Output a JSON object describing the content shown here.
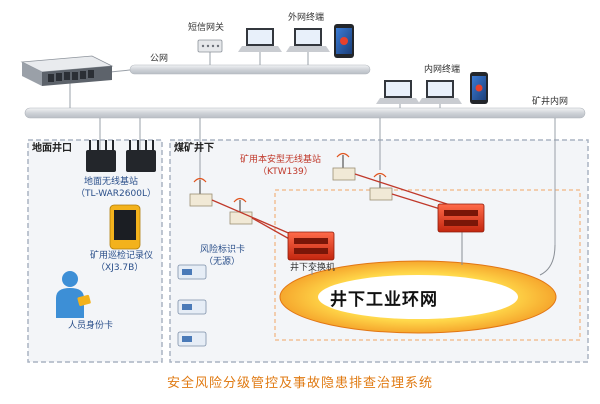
{
  "networks": {
    "public": "公网",
    "external_terminal": "外网终端",
    "internal_terminal": "内网终端",
    "mine_intranet": "矿井内网",
    "sms_gateway": "短信网关"
  },
  "surface": {
    "title": "地面井口",
    "wireless_base": "地面无线基站",
    "wireless_base_model": "（TL-WAR2600L）",
    "patrol_recorder": "矿用巡检记录仪",
    "patrol_recorder_model": "（XJ3.7B）",
    "id_card": "人员身份卡"
  },
  "underground": {
    "title": "煤矿井下",
    "safe_base": "矿用本安型无线基站",
    "safe_base_model": "（KTW139）",
    "risk_card": "风险标识卡",
    "risk_card_note": "（无源）",
    "switch": "井下交换机",
    "ring_network": "井下工业环网"
  },
  "caption": "安全风险分级管控及事故隐患排查治理系统",
  "colors": {
    "caption": "#e07b14",
    "cable": "#c0392b",
    "ring_outer": "#ef8a1f",
    "ring_inner": "#ffe86a",
    "switch_red": "#e03b22",
    "bar_gray": "#d4d7dc",
    "panel_border": "#aab4c2",
    "label_blue": "#2a4f8a"
  },
  "icons": [
    "server-icon",
    "gateway-icon",
    "laptop-icon",
    "phone-icon",
    "router-icon",
    "tablet-icon",
    "person-icon",
    "antenna-icon",
    "switch-icon",
    "card-icon"
  ]
}
